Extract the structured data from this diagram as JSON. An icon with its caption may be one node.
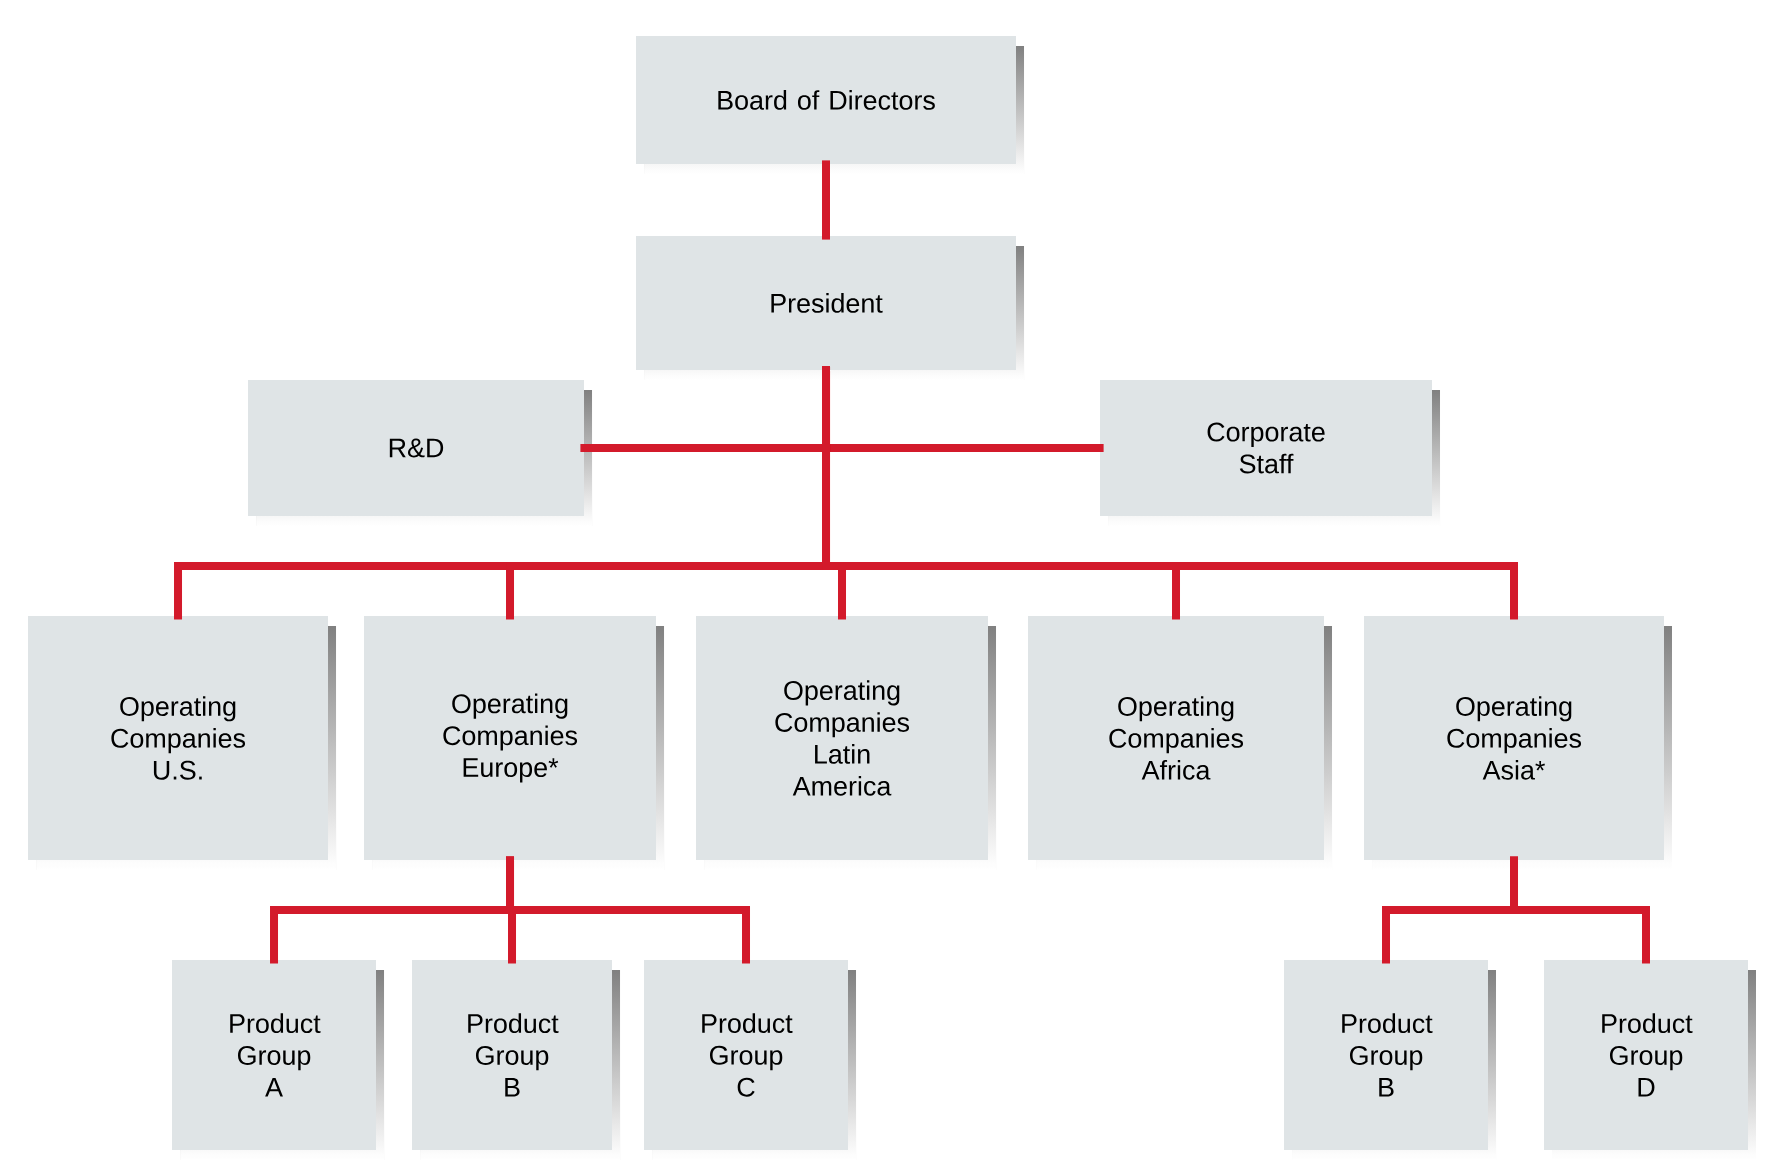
{
  "diagram": {
    "nodes": [
      {
        "text": [
          "Board of Directors"
        ]
      },
      {
        "text": [
          "President"
        ]
      },
      {
        "text": [
          "R&D"
        ]
      },
      {
        "text": [
          "Corporate Staff"
        ]
      },
      {
        "text": [
          "Operating Companies U.S."
        ]
      },
      {
        "text": [
          "Operating Companies Europe*"
        ]
      },
      {
        "text": [
          "Operating Companies Latin America"
        ]
      },
      {
        "text": [
          "Operating Companies Africa"
        ]
      },
      {
        "text": [
          "Operating Companies Asia*"
        ]
      },
      {
        "text": [
          "Product Group A"
        ]
      },
      {
        "text": [
          "Product Group B"
        ]
      },
      {
        "text": [
          "Product Group C"
        ]
      },
      {
        "text": [
          "Product Group B"
        ]
      },
      {
        "text": [
          "Product Group D"
        ]
      }
    ],
    "edges": [
      {
        "from": 0,
        "to": 1,
        "arrow": "none"
      },
      {
        "from": 1,
        "to": 2,
        "arrow": "none"
      },
      {
        "from": 1,
        "to": 3,
        "arrow": "none"
      },
      {
        "from": 1,
        "to": 4,
        "arrow": "none"
      },
      {
        "from": 1,
        "to": 5,
        "arrow": "none"
      },
      {
        "from": 1,
        "to": 6,
        "arrow": "none"
      },
      {
        "from": 1,
        "to": 7,
        "arrow": "none"
      },
      {
        "from": 1,
        "to": 8,
        "arrow": "none"
      },
      {
        "from": 5,
        "to": 9,
        "arrow": "none"
      },
      {
        "from": 5,
        "to": 10,
        "arrow": "none"
      },
      {
        "from": 5,
        "to": 11,
        "arrow": "none"
      },
      {
        "from": 8,
        "to": 12,
        "arrow": "none"
      },
      {
        "from": 8,
        "to": 13,
        "arrow": "none"
      }
    ]
  }
}
